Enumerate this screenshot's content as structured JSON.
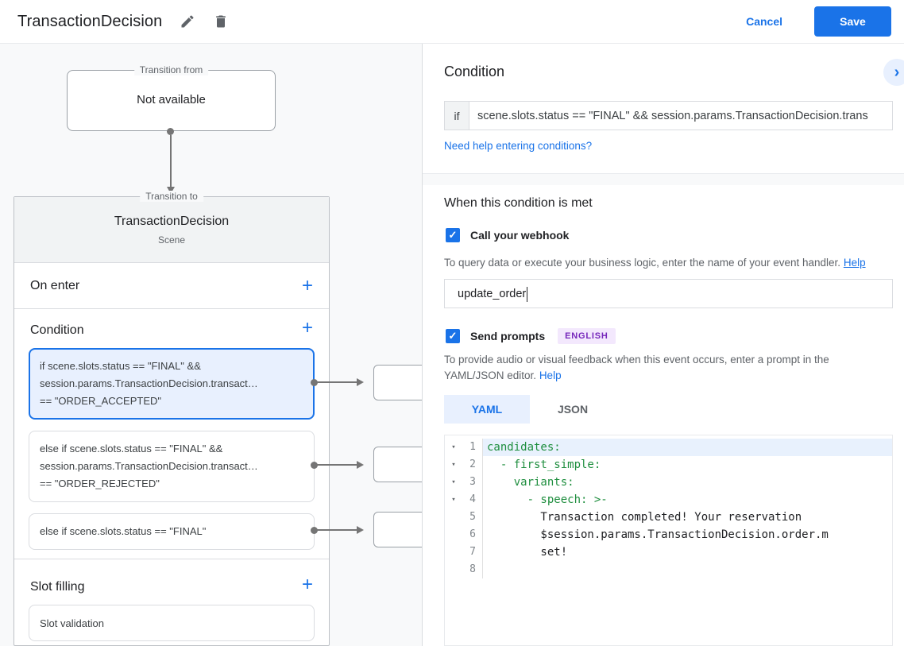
{
  "header": {
    "title": "TransactionDecision",
    "cancel_label": "Cancel",
    "save_label": "Save"
  },
  "icons": {
    "plus": "+",
    "chevron_right": "›",
    "check": "✓",
    "fold_arrow": "▾"
  },
  "colors": {
    "accent": "#1a73e8",
    "canvas_bg": "#f8f9fa",
    "selected_card_bg": "#e8f0fe",
    "selected_card_border": "#1a73e8",
    "badge_bg": "#f3e8fd",
    "badge_text": "#7627bb",
    "code_green": "#1e8e3e"
  },
  "flow": {
    "transition_from": {
      "label": "Transition from",
      "content": "Not available"
    },
    "transition_to": {
      "label": "Transition to",
      "title": "TransactionDecision",
      "subtitle": "Scene"
    },
    "on_enter": {
      "label": "On enter"
    },
    "condition": {
      "label": "Condition",
      "cards": [
        {
          "selected": true,
          "lines": [
            "if scene.slots.status == \"FINAL\" &&",
            "session.params.TransactionDecision.transact…",
            "== \"ORDER_ACCEPTED\""
          ]
        },
        {
          "selected": false,
          "lines": [
            "else if scene.slots.status == \"FINAL\" &&",
            "session.params.TransactionDecision.transact…",
            "== \"ORDER_REJECTED\""
          ]
        },
        {
          "selected": false,
          "lines": [
            "else if scene.slots.status == \"FINAL\""
          ]
        }
      ]
    },
    "slot_filling": {
      "label": "Slot filling",
      "card": "Slot validation"
    }
  },
  "panel": {
    "title": "Condition",
    "condition_field": {
      "prefix": "if",
      "value": "scene.slots.status == \"FINAL\" && session.params.TransactionDecision.trans"
    },
    "help_link": "Need help entering conditions?",
    "when_met_title": "When this condition is met",
    "webhook": {
      "label": "Call your webhook",
      "checked": true,
      "helper": "To query data or execute your business logic, enter the name of your event handler.",
      "helper_link": "Help",
      "input_value": "update_order"
    },
    "prompts": {
      "label": "Send prompts",
      "badge": "ENGLISH",
      "checked": true,
      "helper": "To provide audio or visual feedback when this event occurs, enter a prompt in the YAML/JSON editor.",
      "helper_link": "Help"
    },
    "tabs": [
      {
        "label": "YAML",
        "active": true
      },
      {
        "label": "JSON",
        "active": false
      }
    ],
    "editor_lines": [
      {
        "num": 1,
        "fold": true,
        "highlight": true,
        "kind": "key",
        "text": "candidates:"
      },
      {
        "num": 2,
        "fold": true,
        "highlight": false,
        "kind": "key",
        "text": "  - first_simple:"
      },
      {
        "num": 3,
        "fold": true,
        "highlight": false,
        "kind": "key",
        "text": "    variants:"
      },
      {
        "num": 4,
        "fold": true,
        "highlight": false,
        "kind": "key",
        "text": "      - speech: >-"
      },
      {
        "num": 5,
        "fold": false,
        "highlight": false,
        "kind": "plain",
        "text": "        Transaction completed! Your reservation"
      },
      {
        "num": 6,
        "fold": false,
        "highlight": false,
        "kind": "plain",
        "text": "        $session.params.TransactionDecision.order.m"
      },
      {
        "num": 7,
        "fold": false,
        "highlight": false,
        "kind": "plain",
        "text": "        set!"
      },
      {
        "num": 8,
        "fold": false,
        "highlight": false,
        "kind": "plain",
        "text": ""
      }
    ]
  }
}
